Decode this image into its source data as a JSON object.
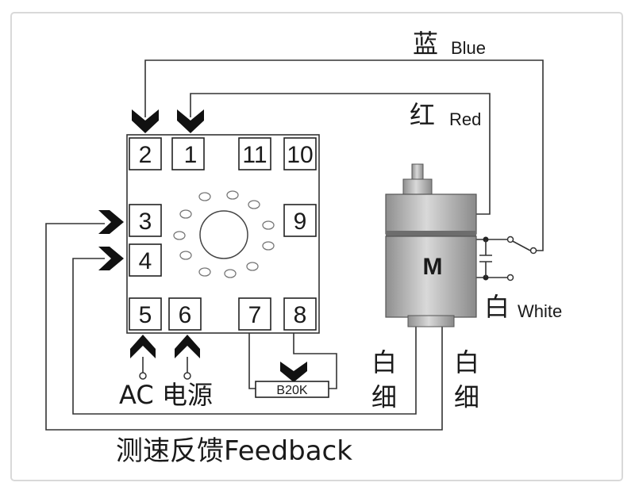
{
  "pins": [
    "2",
    "1",
    "11",
    "10",
    "3",
    "9",
    "4",
    "5",
    "6",
    "7",
    "8"
  ],
  "wires": {
    "blue_cn": "蓝",
    "blue_en": "Blue",
    "red_cn": "红",
    "red_en": "Red",
    "white_cn": "白",
    "white_en": "White",
    "white_thin_a_1": "白",
    "white_thin_a_2": "细",
    "white_thin_b_1": "白",
    "white_thin_b_2": "细"
  },
  "motor_label": "M",
  "resistor_label": "B20K",
  "ac_label_en": "AC",
  "ac_label_cn": "电源",
  "feedback_label": "测速反馈Feedback",
  "colors": {
    "line": "#333333",
    "text": "#1a1a1a",
    "motor_band": "#bfbfbf"
  }
}
